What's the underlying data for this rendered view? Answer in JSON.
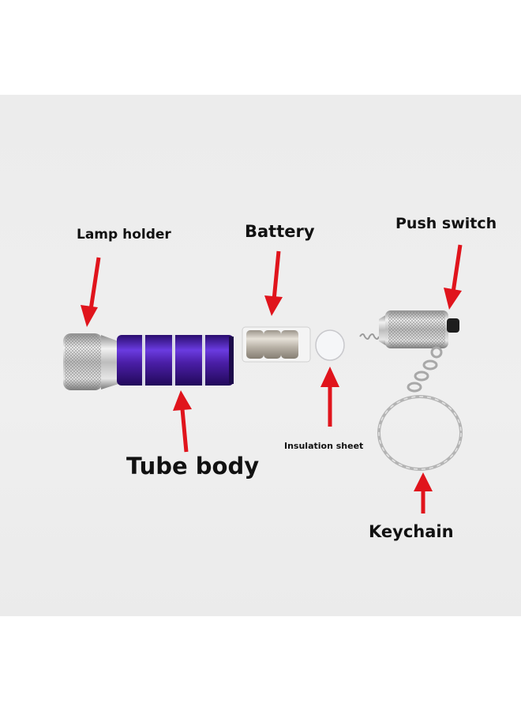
{
  "labels": {
    "lamp_holder": "Lamp holder",
    "battery": "Battery",
    "push_switch": "Push switch",
    "insulation_sheet": "Insulation sheet",
    "tube_body": "Tube body",
    "keychain": "Keychain"
  },
  "colors": {
    "background": "#ffffff",
    "photo_background": "#ececec",
    "arrow": "#e0141c",
    "tube": "#4a1ea6",
    "metal": "#c8c8c8",
    "label_text": "#111111"
  }
}
